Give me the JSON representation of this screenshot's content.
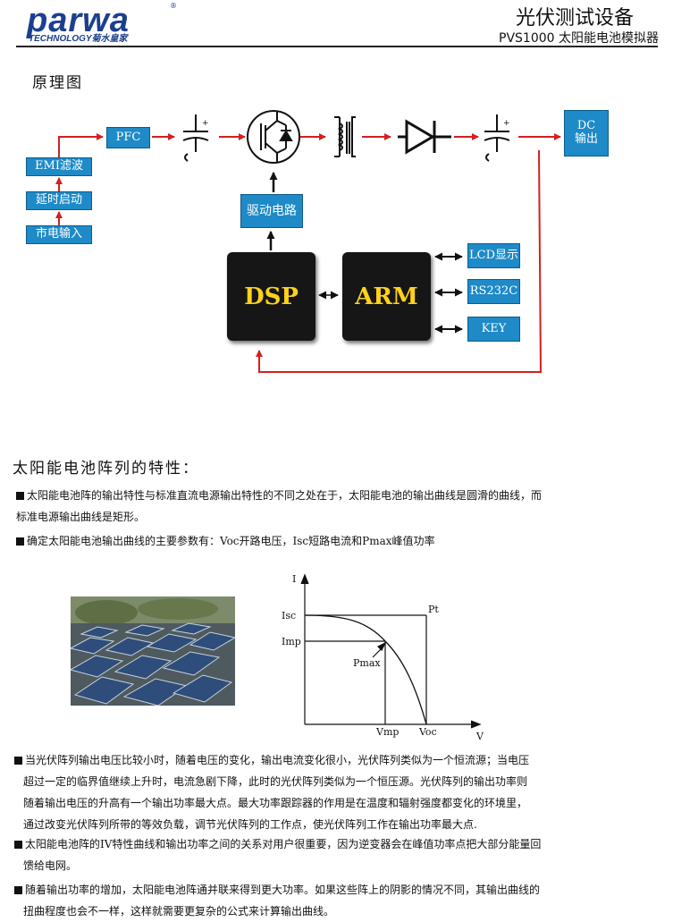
{
  "header": {
    "logo_text": "parwa",
    "logo_sub": "TECHNOLOGY菊水皇家",
    "logo_reg": "®",
    "title": "光伏测试设备",
    "subtitle": "PVS1000 太阳能电池模拟器"
  },
  "principle": {
    "heading": "原理图",
    "blocks": {
      "pfc": "PFC",
      "emi": "EMI滤波",
      "delay": "延时启动",
      "mains": "市电输入",
      "drive": "驱动电路",
      "dc_out_line1": "DC",
      "dc_out_line2": "输出",
      "dsp": "DSP",
      "arm": "ARM",
      "lcd": "LCD显示",
      "rs232": "RS232C",
      "key": "KEY"
    },
    "colors": {
      "block": "#1e8ac7",
      "arrow": "#d42020",
      "chip_text": "#ffd21a"
    }
  },
  "characteristics": {
    "heading": "太阳能电池阵列的特性：",
    "p1_line1": "太阳能电池阵的输出特性与标准直流电源输出特性的不同之处在于，太阳能电池的输出曲线是圆滑的曲线，而",
    "p1_line2": "标准电源输出曲线是矩形。",
    "p2": "确定太阳能电池输出曲线的主要参数有：Voc开路电压，Isc短路电流和Pmax峰值功率",
    "iv_chart": {
      "y_axis": "I",
      "x_axis": "V",
      "isc": "Isc",
      "imp": "Imp",
      "pt": "Pt",
      "pmax": "Pmax",
      "vmp": "Vmp",
      "voc": "Voc"
    },
    "p3_line1": "当光伏阵列输出电压比较小时，随着电压的变化，输出电流变化很小，光伏阵列类似为一个恒流源；当电压",
    "p3_line2": "超过一定的临界值继续上升时，电流急剧下降，此时的光伏阵列类似为一个恒压源。光伏阵列的输出功率则",
    "p3_line3": "随着输出电压的升高有一个输出功率最大点。最大功率跟踪器的作用是在温度和辐射强度都变化的环境里，",
    "p3_line4": "通过改变光伏阵列所带的等效负载，调节光伏阵列的工作点，使光伏阵列工作在输出功率最大点.",
    "p4_line1": "太阳能电池阵的IV特性曲线和输出功率之间的关系对用户很重要，因为逆变器会在峰值功率点把大部分能量回",
    "p4_line2": "馈给电网。",
    "p5_line1": "随着输出功率的增加，太阳能电池阵通并联来得到更大功率。如果这些阵上的阴影的情况不同，其输出曲线的",
    "p5_line2": "扭曲程度也会不一样，这样就需要更复杂的公式来计算输出曲线。"
  }
}
